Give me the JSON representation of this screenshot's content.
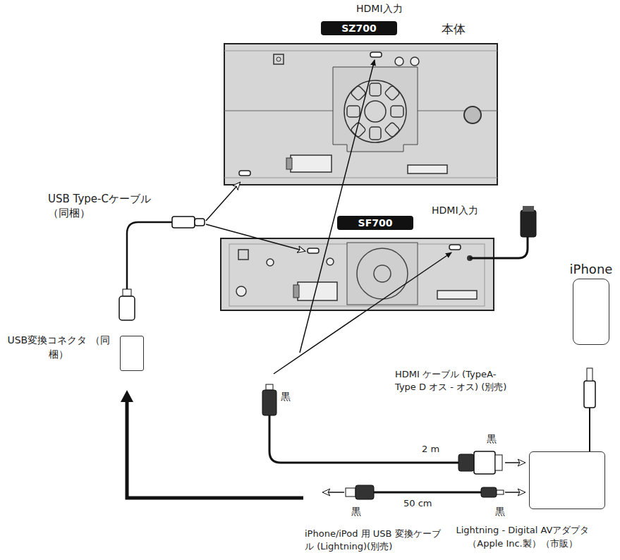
{
  "diagram": {
    "nodes": [
      {
        "text": [
          "SZ700"
        ]
      },
      {
        "text": [
          "SF700"
        ]
      },
      {
        "text": [
          "iPhone"
        ]
      },
      {
        "text": [
          "Lightning - Digital AVアダプタ （Apple Inc.製）（市販）"
        ]
      },
      {
        "text": [
          "USB変換コネクタ （同梱）"
        ]
      }
    ],
    "labels": [
      "HDMI入力",
      "本体",
      "USB Type-Cケーブル （同梱）",
      "HDMI入力",
      "黒",
      "HDMI ケーブル (TypeA-Type D オス - オス) (別売)",
      "黒",
      "2 m",
      "黒",
      "50 cm",
      "黒",
      "iPhone/iPod 用 USB 変換ケーブル (Lightning)(別売)"
    ]
  }
}
